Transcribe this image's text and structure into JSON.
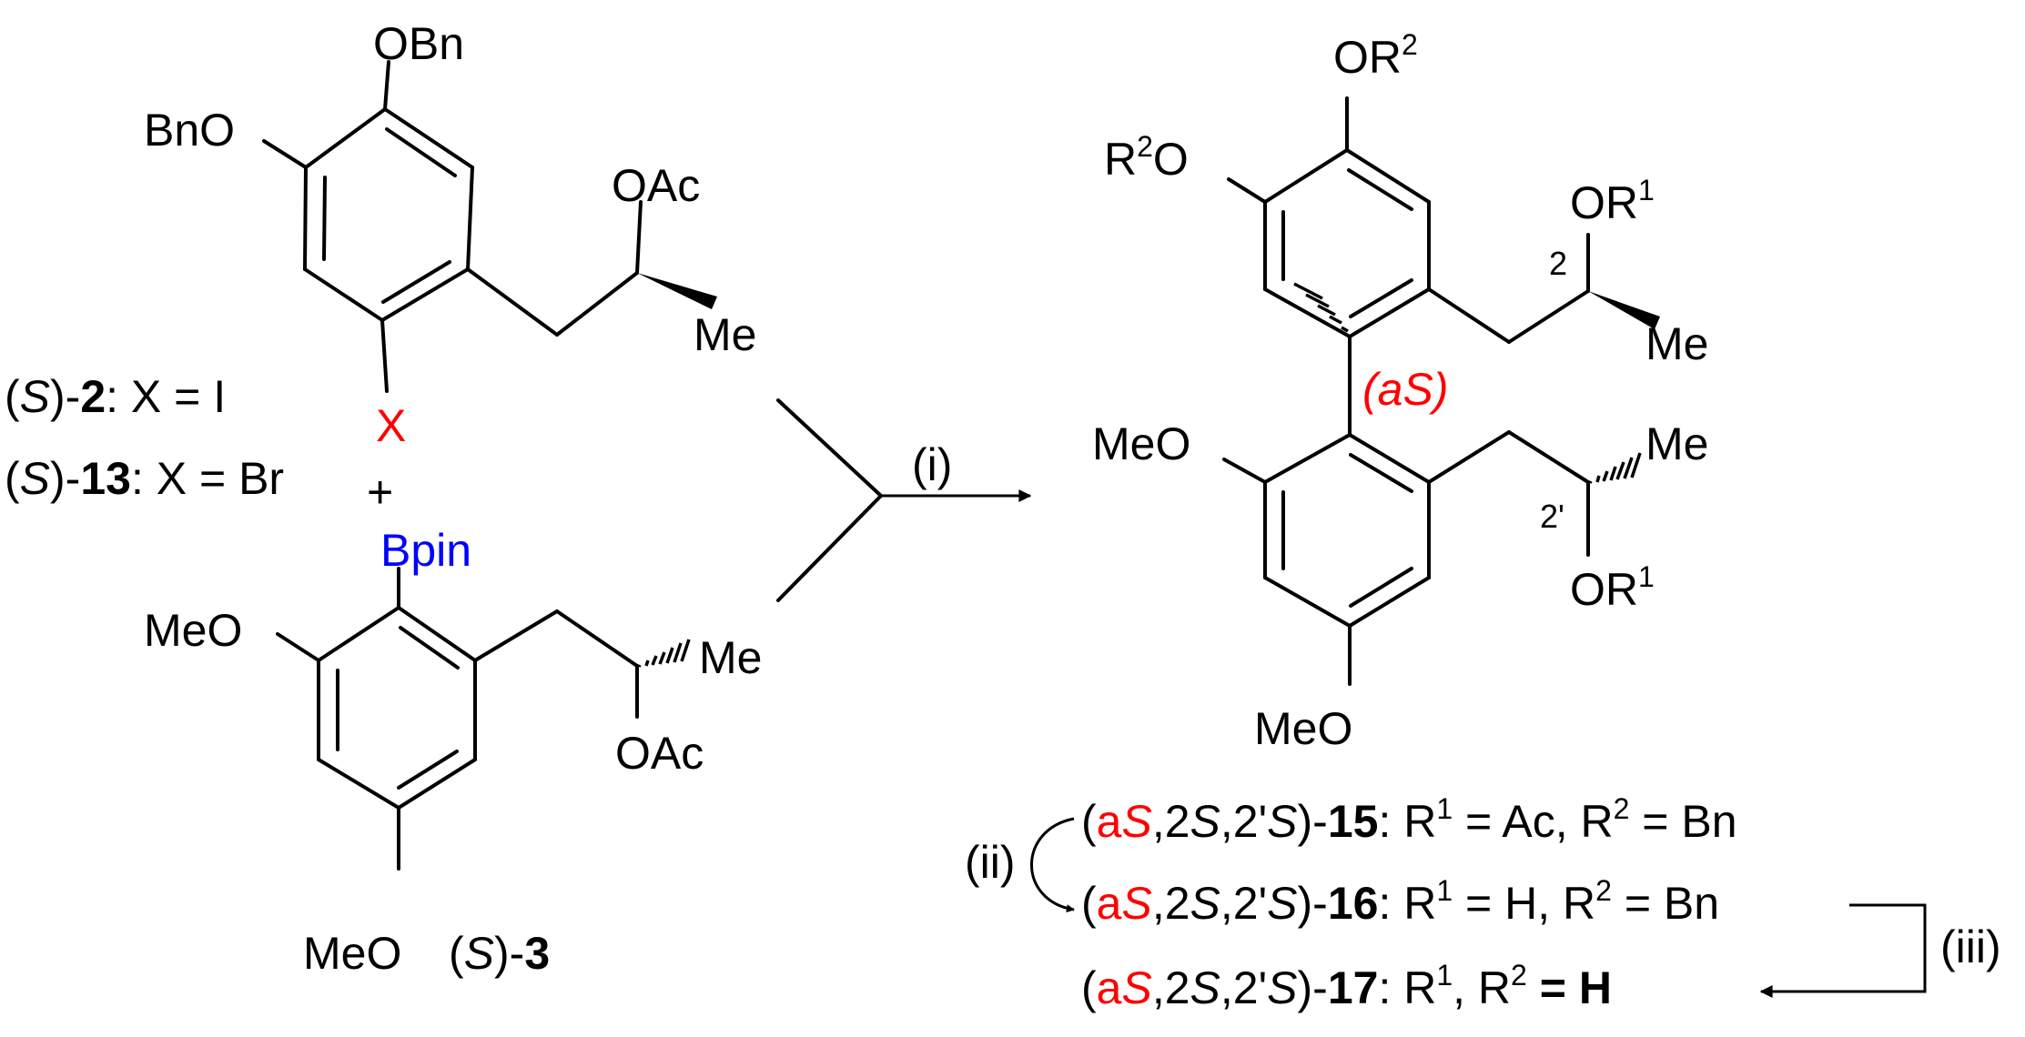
{
  "colors": {
    "text": "#000000",
    "highlight": "#ff0000",
    "boron": "#0000ff"
  },
  "reactant_top": {
    "obn": "OBn",
    "bno": "BnO",
    "oac": "OAc",
    "me": "Me",
    "x": "X",
    "compound_2": {
      "open": "(",
      "s": "S",
      "close": ")-",
      "num": "2",
      "rest": ": X = I"
    },
    "compound_13": {
      "open": "(",
      "s": "S",
      "close": ")-",
      "num": "13",
      "rest": ": X = Br"
    }
  },
  "plus": "+",
  "reactant_bottom": {
    "bpin": "Bpin",
    "meo_top": "MeO",
    "me": "Me",
    "oac": "OAc",
    "meo_bottom": "MeO",
    "compound_3": {
      "open": "(",
      "s": "S",
      "close": ")-",
      "num": "3"
    }
  },
  "reagents": {
    "i": "(i)",
    "ii": "(ii)",
    "iii": "(iii)"
  },
  "product": {
    "or2_top": "OR",
    "r2o_left_r": "R",
    "r2o_left_o": "O",
    "sup2": "2",
    "sup1": "1",
    "or1_top": "OR",
    "locant_2": "2",
    "me_top": "Me",
    "as_open": "(a",
    "as_s": "S",
    "as_close": ")",
    "meo_left": "MeO",
    "me_bottom": "Me",
    "locant_2p": "2'",
    "or1_bottom": "OR",
    "meo_bottom": "MeO"
  },
  "series": {
    "c15": {
      "paren": "(",
      "a": "a",
      "s": "S",
      "mid": ",2",
      "s2": "S",
      "mid2": ",2'",
      "s3": "S",
      "close": ")-",
      "num": "15",
      "r1": ": R",
      "r1sup": "1",
      "r2": " = Ac, R",
      "r2sup": "2",
      "end": " = Bn"
    },
    "c16": {
      "paren": "(",
      "a": "a",
      "s": "S",
      "mid": ",2",
      "s2": "S",
      "mid2": ",2'",
      "s3": "S",
      "close": ")-",
      "num": "16",
      "r1": ": R",
      "r1sup": "1",
      "r2": " = H, R",
      "r2sup": "2",
      "end": " = Bn"
    },
    "c17": {
      "paren": "(",
      "a": "a",
      "s": "S",
      "mid": ",2",
      "s2": "S",
      "mid2": ",2'",
      "s3": "S",
      "close": ")-",
      "num": "17",
      "r1": ": R",
      "r1sup": "1",
      "r2": ", R",
      "r2sup": "2",
      "end": " = H"
    }
  }
}
